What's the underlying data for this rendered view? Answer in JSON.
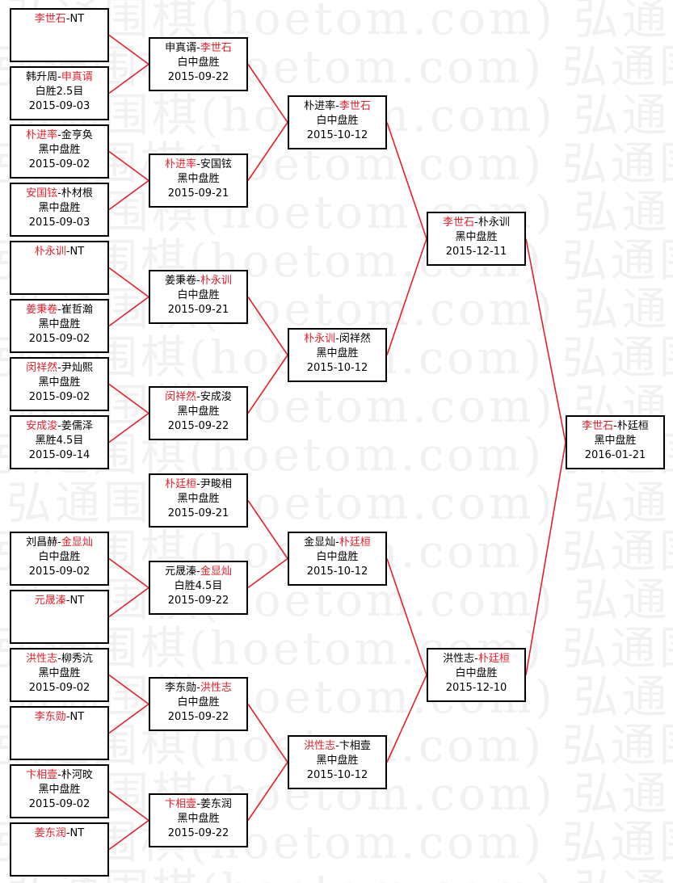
{
  "watermark": {
    "text": "弘通围棋(hoetom.com)"
  },
  "colors": {
    "winner": "#e4202a",
    "line": "#e4202a",
    "border": "#000000"
  },
  "rounds": {
    "r1": [
      {
        "p1": "李世石",
        "p2": "NT",
        "winner": 1,
        "result": "",
        "date": ""
      },
      {
        "p1": "韩升周",
        "p2": "申真谞",
        "winner": 2,
        "result": "白胜2.5目",
        "date": "2015-09-03"
      },
      {
        "p1": "朴进率",
        "p2": "金亨奂",
        "winner": 1,
        "result": "黑中盘胜",
        "date": "2015-09-02"
      },
      {
        "p1": "安国铉",
        "p2": "朴材根",
        "winner": 1,
        "result": "黑中盘胜",
        "date": "2015-09-03"
      },
      {
        "p1": "朴永训",
        "p2": "NT",
        "winner": 1,
        "result": "",
        "date": ""
      },
      {
        "p1": "姜秉卷",
        "p2": "崔哲瀚",
        "winner": 1,
        "result": "黑中盘胜",
        "date": "2015-09-02"
      },
      {
        "p1": "闵祥然",
        "p2": "尹灿熙",
        "winner": 1,
        "result": "黑中盘胜",
        "date": "2015-09-02"
      },
      {
        "p1": "安成浚",
        "p2": "姜儒泽",
        "winner": 1,
        "result": "黑胜4.5目",
        "date": "2015-09-14"
      },
      {
        "p1": "刘昌赫",
        "p2": "金显灿",
        "winner": 2,
        "result": "白中盘胜",
        "date": "2015-09-02"
      },
      {
        "p1": "元晟溱",
        "p2": "NT",
        "winner": 1,
        "result": "",
        "date": ""
      },
      {
        "p1": "洪性志",
        "p2": "柳秀沆",
        "winner": 1,
        "result": "黑中盘胜",
        "date": "2015-09-02"
      },
      {
        "p1": "李东勋",
        "p2": "NT",
        "winner": 1,
        "result": "",
        "date": ""
      },
      {
        "p1": "卞相壹",
        "p2": "朴河旼",
        "winner": 1,
        "result": "黑中盘胜",
        "date": "2015-09-02"
      },
      {
        "p1": "姜东润",
        "p2": "NT",
        "winner": 1,
        "result": "",
        "date": ""
      }
    ],
    "r2": [
      {
        "p1": "申真谞",
        "p2": "李世石",
        "winner": 2,
        "result": "白中盘胜",
        "date": "2015-09-22"
      },
      {
        "p1": "朴进率",
        "p2": "安国铉",
        "winner": 1,
        "result": "黑中盘胜",
        "date": "2015-09-21"
      },
      {
        "p1": "姜秉卷",
        "p2": "朴永训",
        "winner": 2,
        "result": "白中盘胜",
        "date": "2015-09-21"
      },
      {
        "p1": "闵祥然",
        "p2": "安成浚",
        "winner": 1,
        "result": "黑中盘胜",
        "date": "2015-09-22"
      },
      {
        "p1": "朴廷桓",
        "p2": "尹畯相",
        "winner": 1,
        "result": "黑中盘胜",
        "date": "2015-09-21"
      },
      {
        "p1": "元晟溱",
        "p2": "金显灿",
        "winner": 2,
        "result": "白胜4.5目",
        "date": "2015-09-22"
      },
      {
        "p1": "李东勋",
        "p2": "洪性志",
        "winner": 2,
        "result": "白中盘胜",
        "date": "2015-09-22"
      },
      {
        "p1": "卞相壹",
        "p2": "姜东润",
        "winner": 1,
        "result": "黑中盘胜",
        "date": "2015-09-22"
      }
    ],
    "r3": [
      {
        "p1": "朴进率",
        "p2": "李世石",
        "winner": 2,
        "result": "白中盘胜",
        "date": "2015-10-12"
      },
      {
        "p1": "朴永训",
        "p2": "闵祥然",
        "winner": 1,
        "result": "黑中盘胜",
        "date": "2015-10-12"
      },
      {
        "p1": "金显灿",
        "p2": "朴廷桓",
        "winner": 2,
        "result": "白中盘胜",
        "date": "2015-10-12"
      },
      {
        "p1": "洪性志",
        "p2": "卞相壹",
        "winner": 1,
        "result": "黑中盘胜",
        "date": "2015-10-12"
      }
    ],
    "r4": [
      {
        "p1": "李世石",
        "p2": "朴永训",
        "winner": 1,
        "result": "黑中盘胜",
        "date": "2015-12-11"
      },
      {
        "p1": "洪性志",
        "p2": "朴廷桓",
        "winner": 2,
        "result": "白中盘胜",
        "date": "2015-12-10"
      }
    ],
    "r5": [
      {
        "p1": "李世石",
        "p2": "朴廷桓",
        "winner": 1,
        "result": "黑中盘胜",
        "date": "2016-01-21"
      }
    ]
  }
}
